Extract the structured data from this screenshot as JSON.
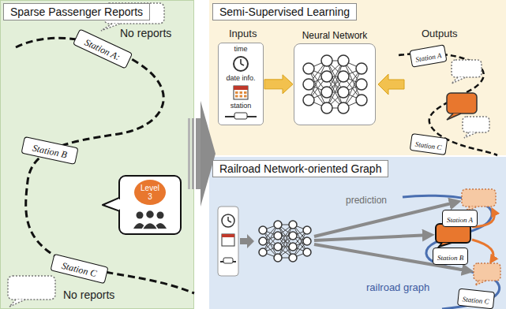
{
  "diagram": {
    "nodes": [
      {
        "text": [
          "Sparse Passenger Reports"
        ]
      },
      {
        "text": [
          "Station A:"
        ],
        "in": 0
      },
      {
        "text": [
          "Station B"
        ],
        "in": 0
      },
      {
        "text": [
          "Level 3"
        ],
        "in": 0
      },
      {
        "text": [
          "Station C"
        ],
        "in": 0
      },
      {
        "text": [
          "Semi-Supervised Learning"
        ]
      },
      {
        "text": [
          "time",
          "date info.",
          "station"
        ],
        "in": 5
      },
      {
        "text": [
          "Neural Network"
        ],
        "in": 5
      },
      {
        "text": [
          "Station A"
        ],
        "in": 5
      },
      {
        "text": [
          "Station C"
        ],
        "in": 5
      },
      {
        "text": [
          "Railroad Network-oriented Graph"
        ]
      },
      {
        "text": [
          "Station A"
        ],
        "in": 10
      },
      {
        "text": [
          "Station B"
        ],
        "in": 10
      },
      {
        "text": [
          "Station C"
        ],
        "in": 10
      }
    ],
    "edges": [
      {
        "from": 6,
        "to": 7,
        "arrow": "to"
      }
    ],
    "labels": [
      "No reports",
      "No reports",
      "Inputs",
      "Outputs",
      "prediction",
      "railroad graph"
    ]
  }
}
